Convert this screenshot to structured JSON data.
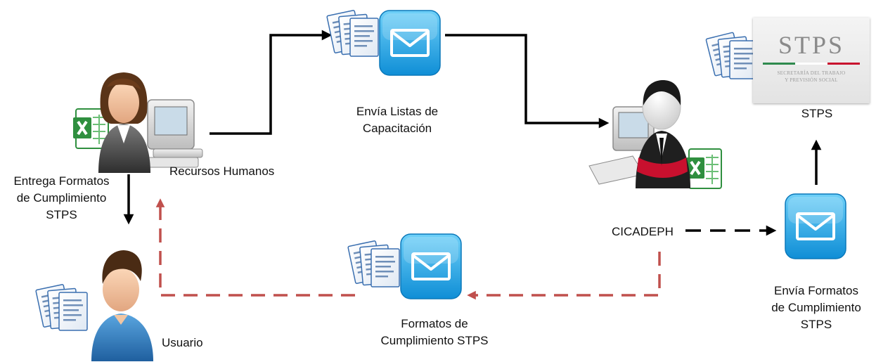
{
  "labels": {
    "rh": "Recursos Humanos",
    "entrega": [
      "Entrega Formatos",
      "de Cumplimiento",
      "STPS"
    ],
    "envia_listas": [
      "Envía Listas de",
      "Capacitación"
    ],
    "stps": "STPS",
    "cicadeph": "CICADEPH",
    "envia_formatos": [
      "Envía Formatos",
      "de Cumplimiento",
      "STPS"
    ],
    "formatos": [
      "Formatos de",
      "Cumplimiento STPS"
    ],
    "usuario": "Usuario"
  },
  "stps_logo": {
    "brand": "STPS",
    "line1": "SECRETARÍA DEL TRABAJO",
    "line2": "Y PREVISIÓN SOCIAL"
  },
  "colors": {
    "solid_arrow": "#000000",
    "return_arrow": "#c0504d",
    "envelope_top": "#5fc8f5",
    "envelope_bottom": "#0f8ed6",
    "excel_green": "#2f8f3f",
    "stps_bar_green": "#2f8a4e",
    "stps_bar_red": "#c8102e"
  }
}
